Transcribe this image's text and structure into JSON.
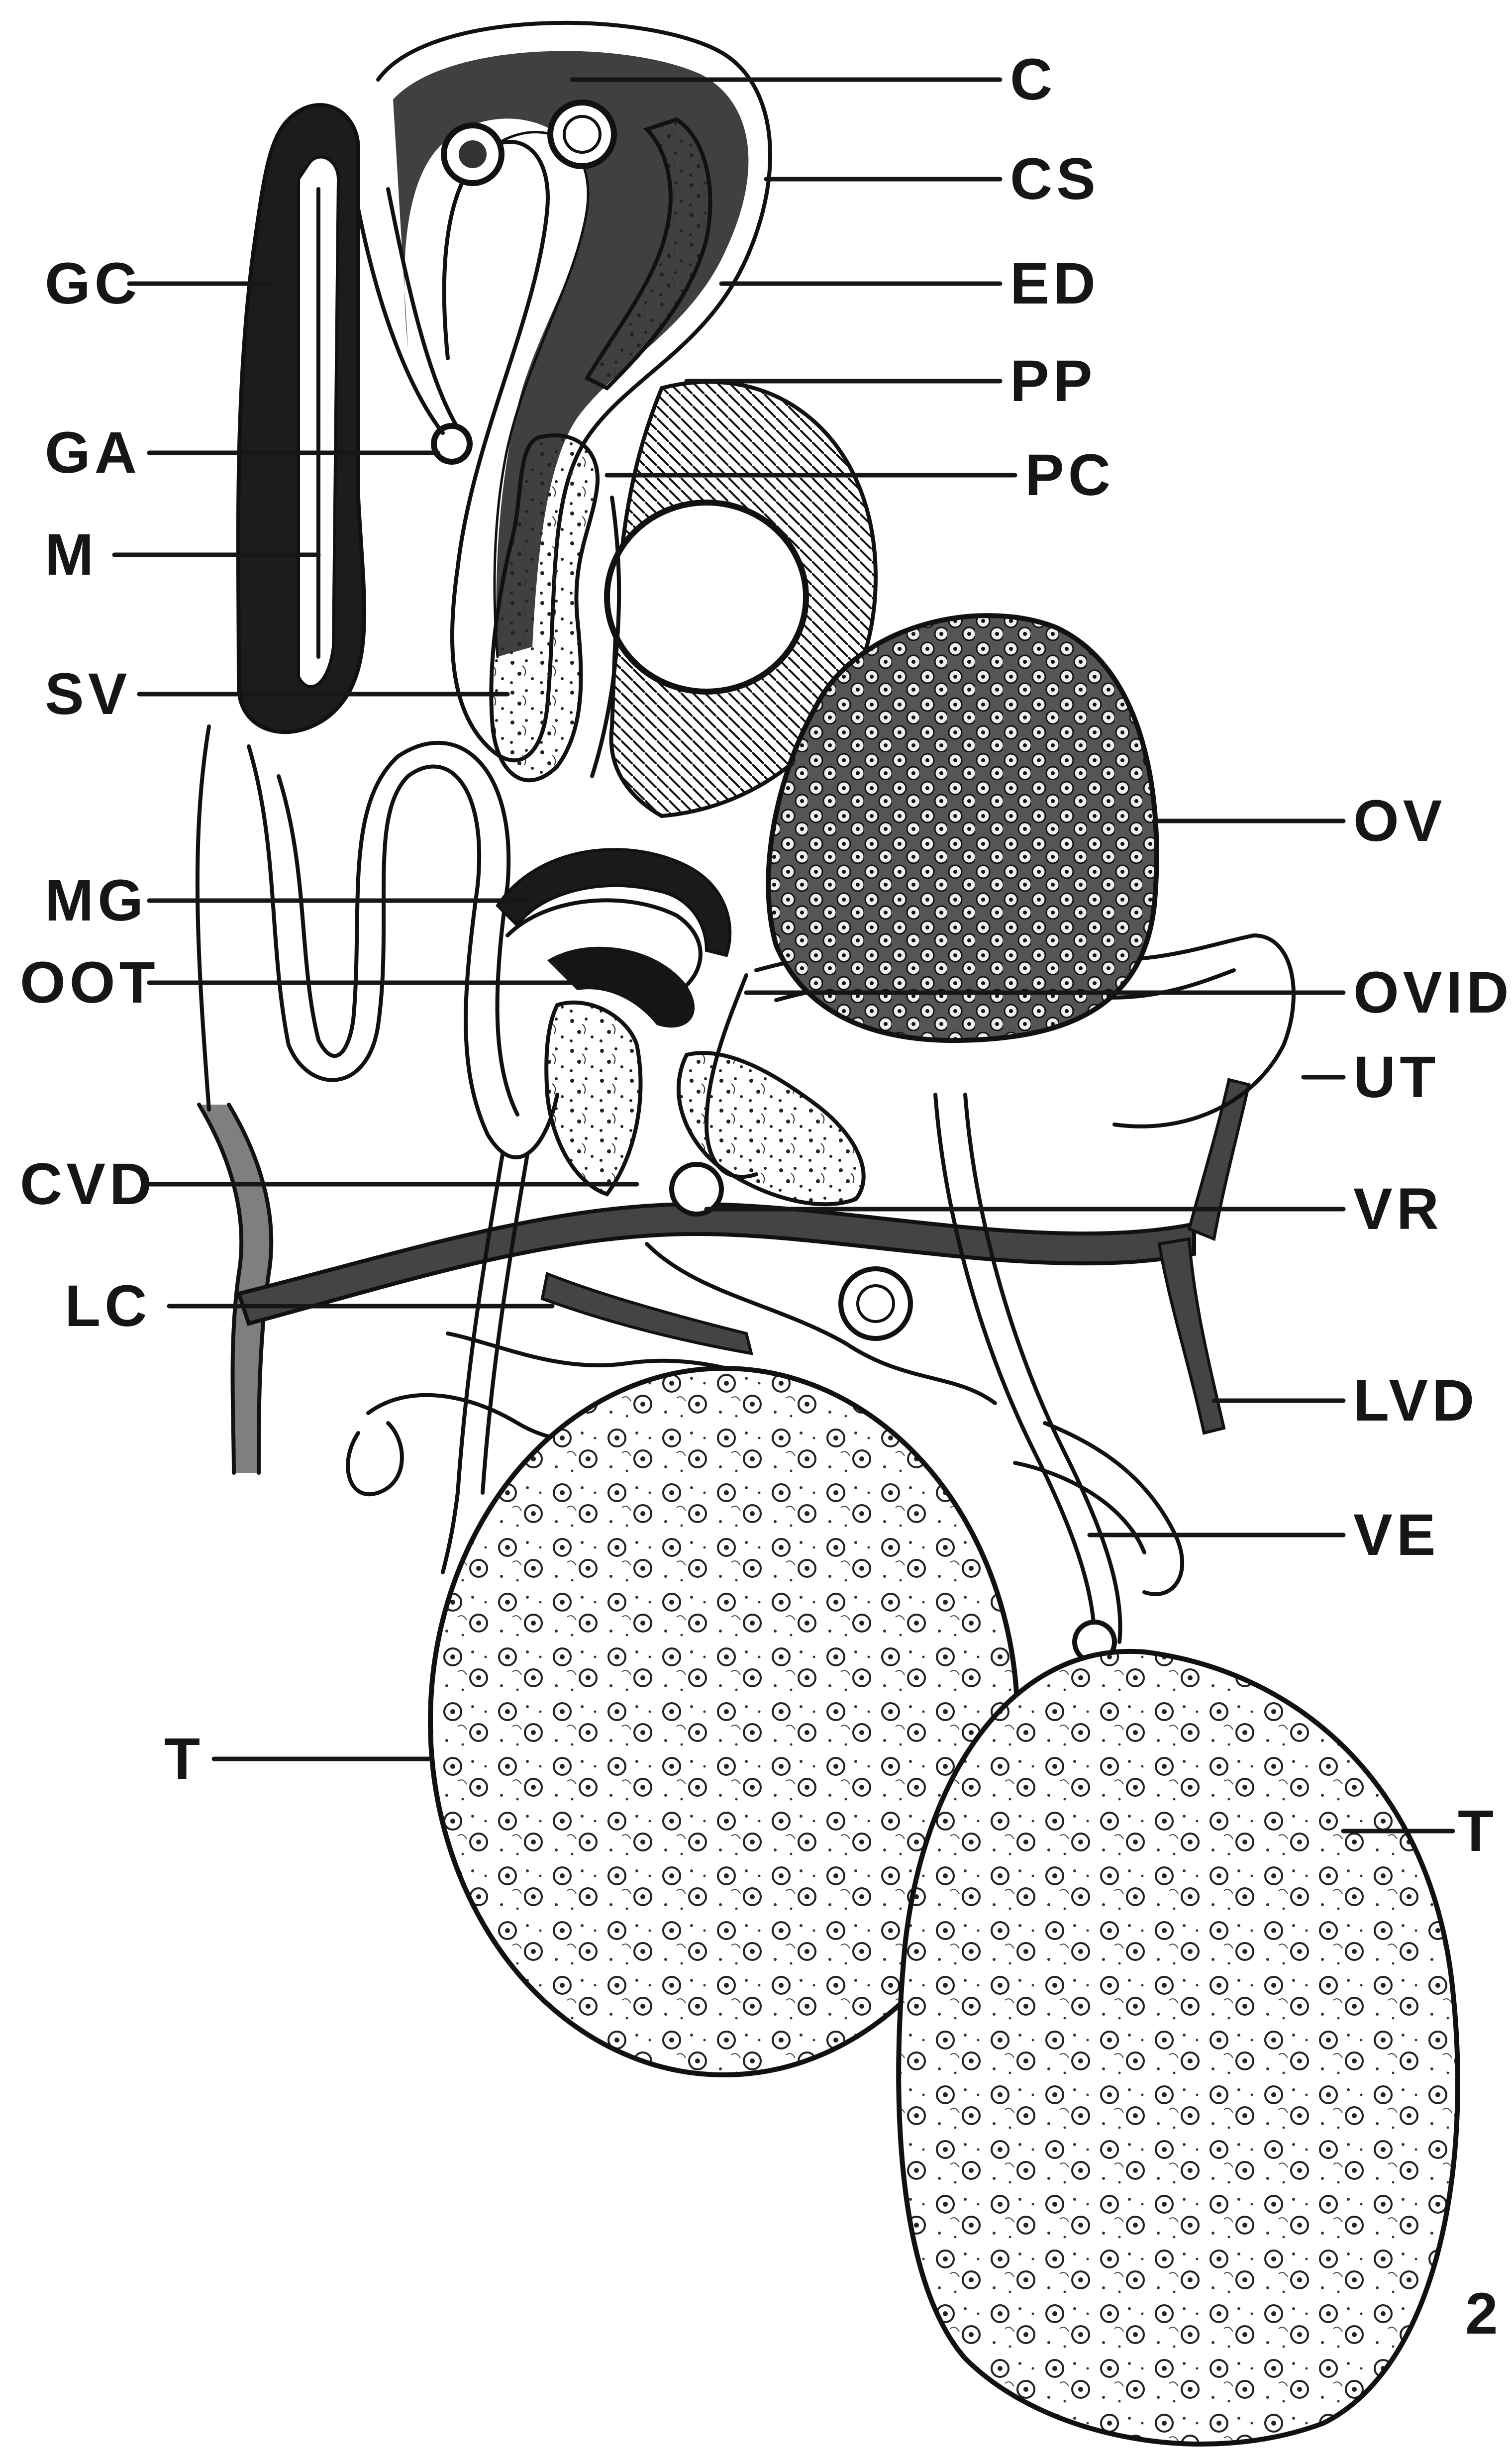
{
  "figure": {
    "number": "2",
    "labels": {
      "c": "C",
      "cs": "CS",
      "ed": "ED",
      "pp": "PP",
      "pc": "PC",
      "gc": "GC",
      "ga": "GA",
      "m": "M",
      "sv": "SV",
      "ov": "OV",
      "mg": "MG",
      "oot": "OOT",
      "ovid": "OVID",
      "ut": "UT",
      "cvd": "CVD",
      "vr": "VR",
      "lc": "LC",
      "lvd": "LVD",
      "ve": "VE",
      "t_left": "T",
      "t_right": "T"
    }
  }
}
